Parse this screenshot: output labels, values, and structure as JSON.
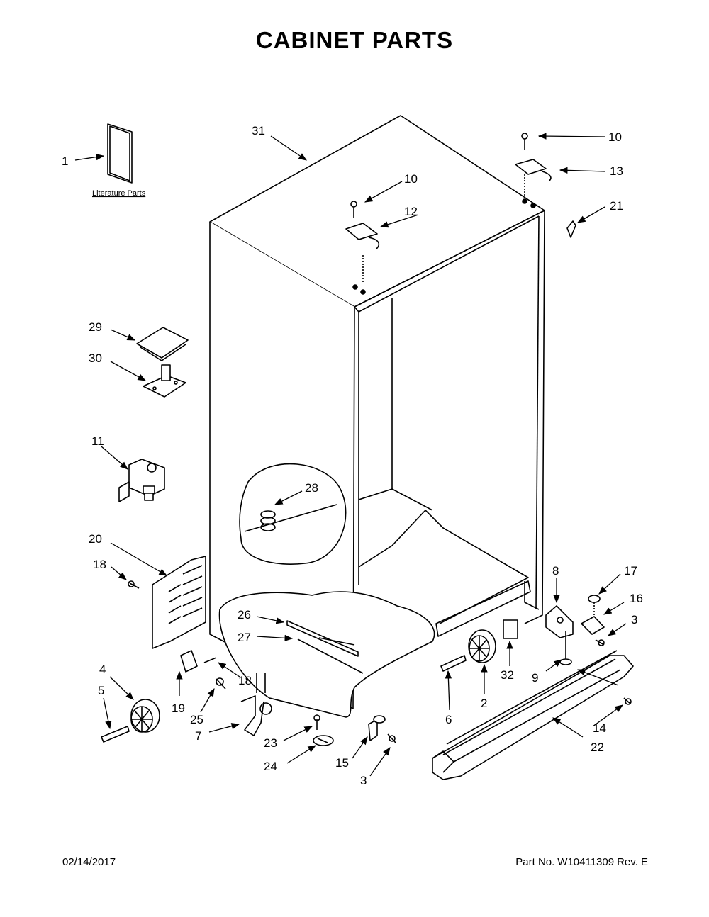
{
  "title": "CABINET PARTS",
  "literature_label": "Literature Parts",
  "callouts": {
    "c1": "1",
    "c31": "31",
    "c10a": "10",
    "c13": "13",
    "c10b": "10",
    "c12": "12",
    "c21": "21",
    "c29": "29",
    "c30": "30",
    "c11": "11",
    "c28": "28",
    "c20": "20",
    "c18a": "18",
    "c8": "8",
    "c17": "17",
    "c16": "16",
    "c3a": "3",
    "c26": "26",
    "c27": "27",
    "c4": "4",
    "c5": "5",
    "c19": "19",
    "c18b": "18",
    "c25": "25",
    "c7": "7",
    "c23": "23",
    "c24": "24",
    "c15": "15",
    "c3b": "3",
    "c6": "6",
    "c2": "2",
    "c32": "32",
    "c9": "9",
    "c14": "14",
    "c22": "22"
  },
  "footer": {
    "date": "02/14/2017",
    "part_no_label": "Part No.",
    "part_no": "W10411309",
    "rev": "Rev. E"
  }
}
